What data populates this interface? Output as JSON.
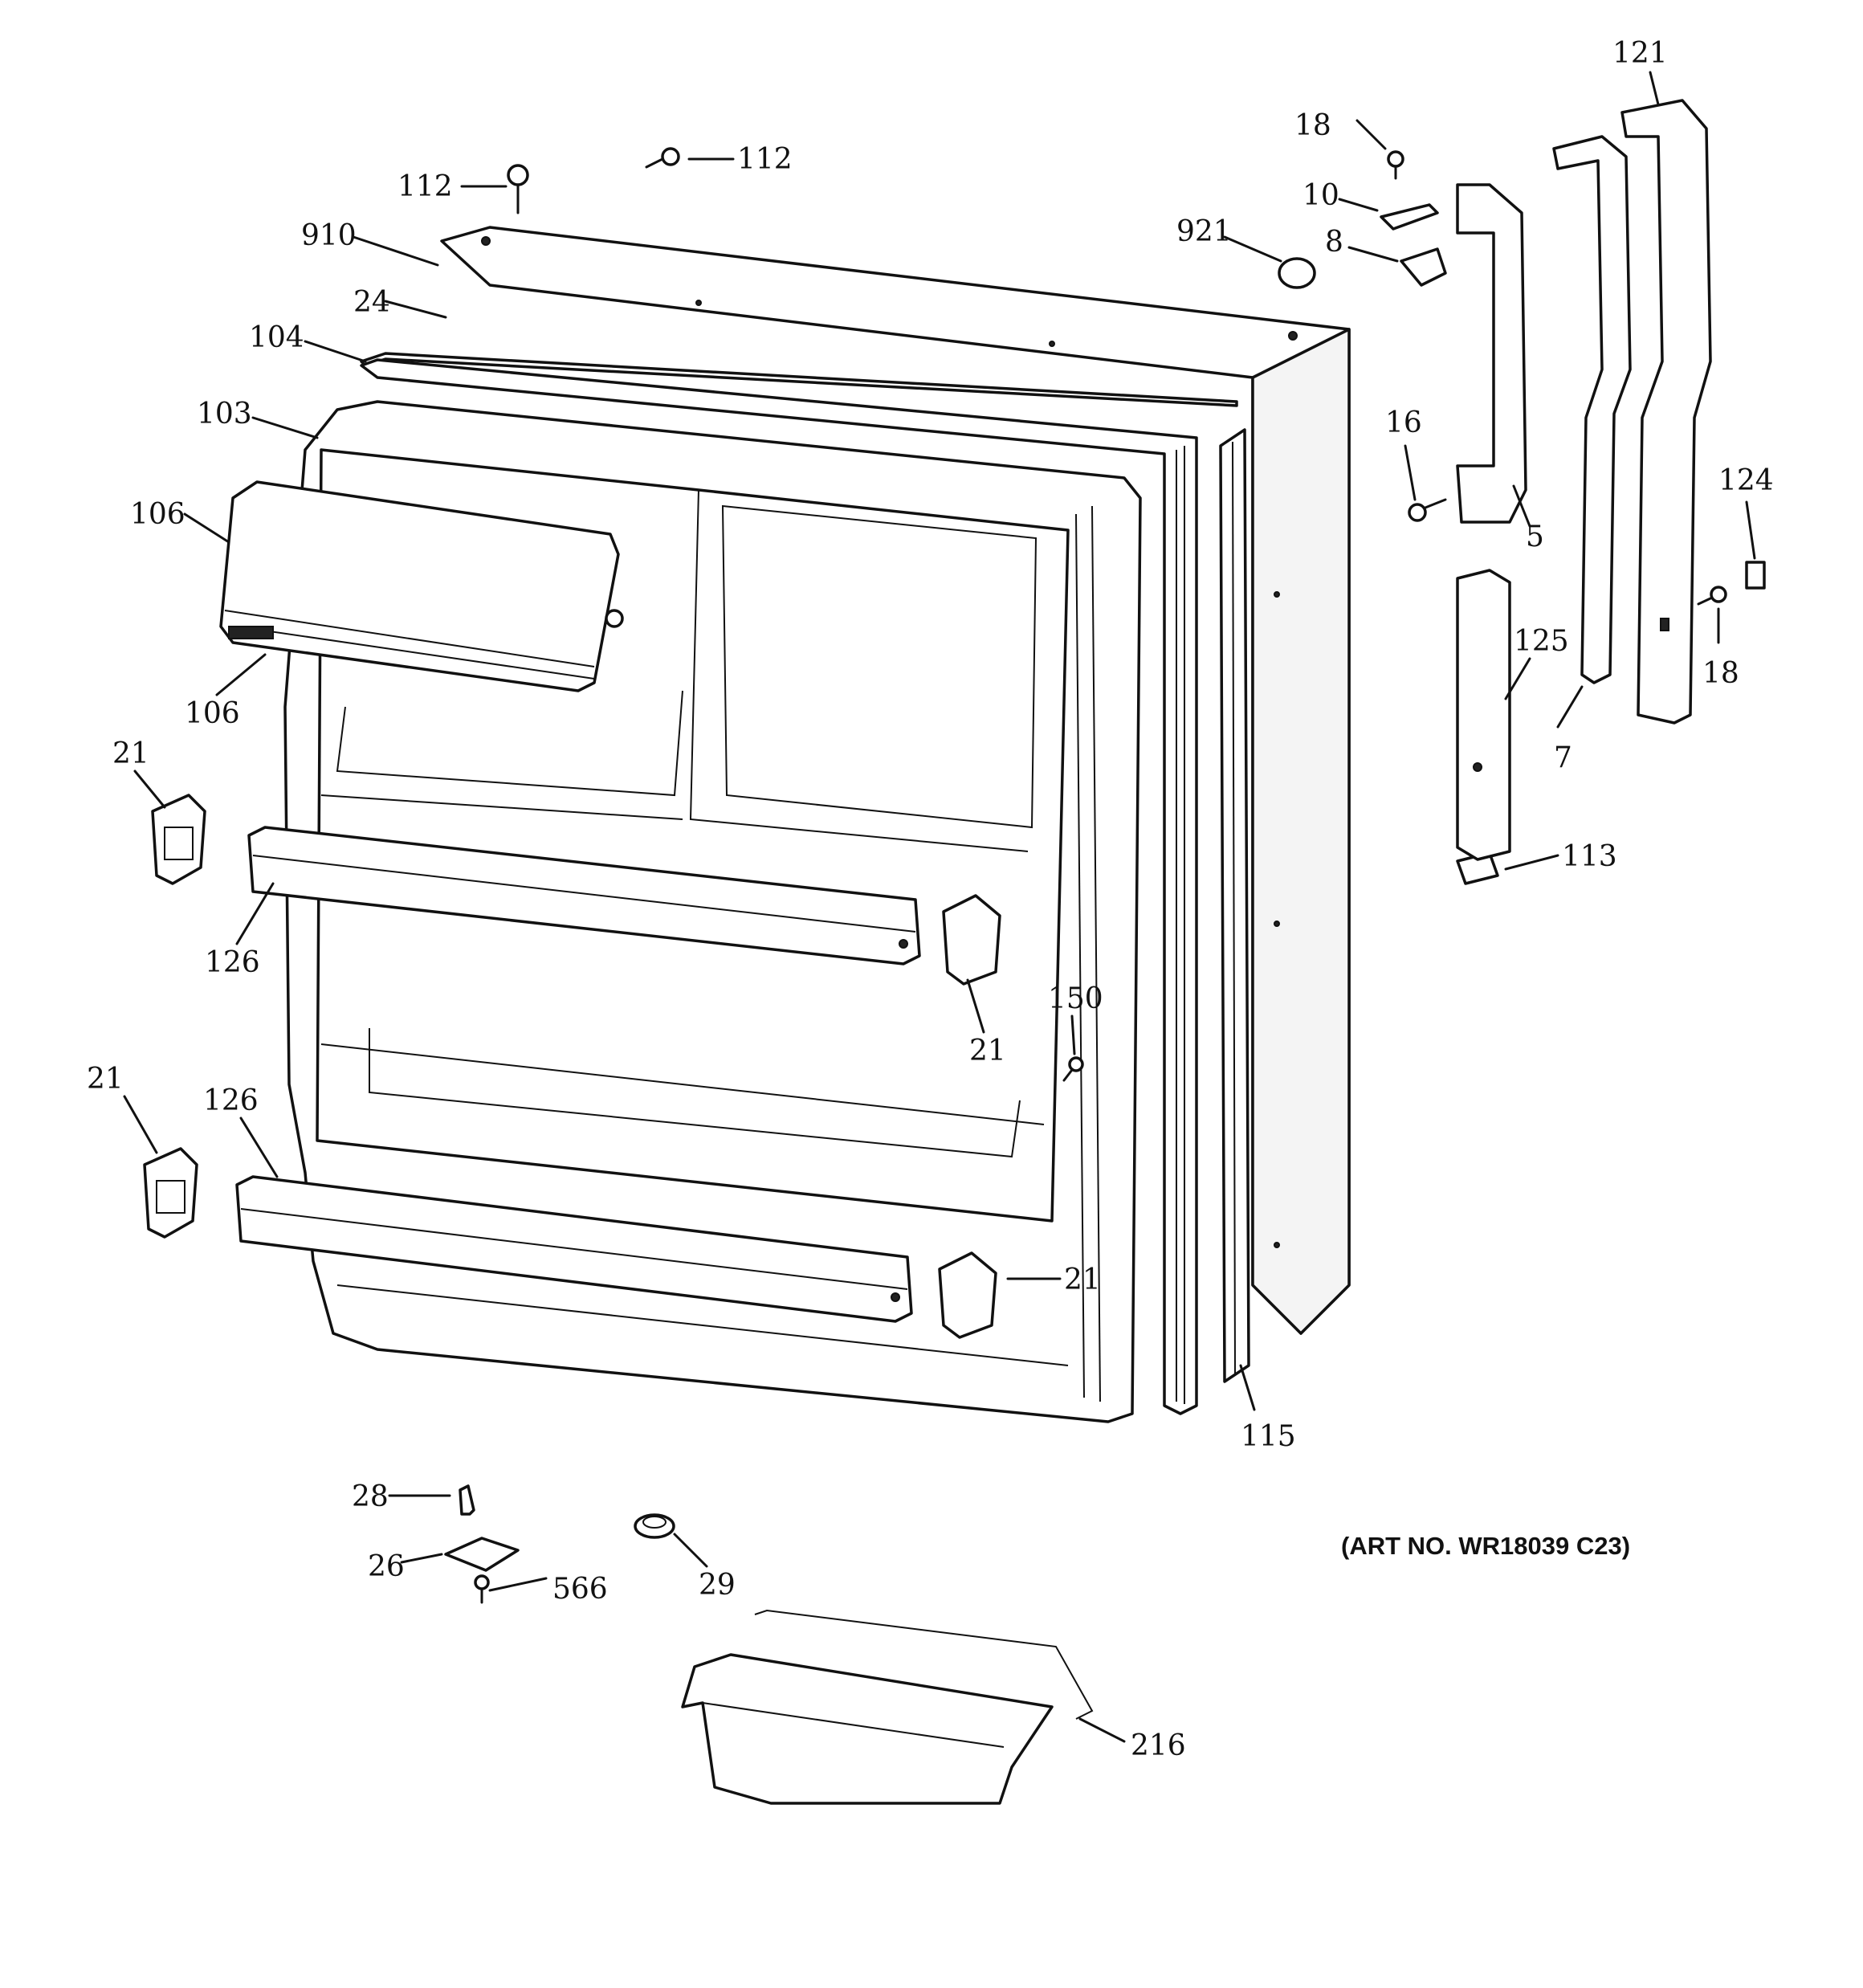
{
  "art_note": "(ART NO. WR18039 C23)",
  "callouts": {
    "c112a": "112",
    "c112b": "112",
    "c910": "910",
    "c24": "24",
    "c104": "104",
    "c103": "103",
    "c106a": "106",
    "c106b": "106",
    "c21a": "21",
    "c21b": "21",
    "c21c": "21",
    "c21d": "21",
    "c126a": "126",
    "c126b": "126",
    "c150": "150",
    "c115": "115",
    "c18a": "18",
    "c18b": "18",
    "c10": "10",
    "c8": "8",
    "c921": "921",
    "c16": "16",
    "c5": "5",
    "c121": "121",
    "c124": "124",
    "c125": "125",
    "c7": "7",
    "c113": "113",
    "c28": "28",
    "c26": "26",
    "c566": "566",
    "c29": "29",
    "c216": "216"
  },
  "colors": {
    "line": "#111111",
    "background": "#ffffff"
  }
}
